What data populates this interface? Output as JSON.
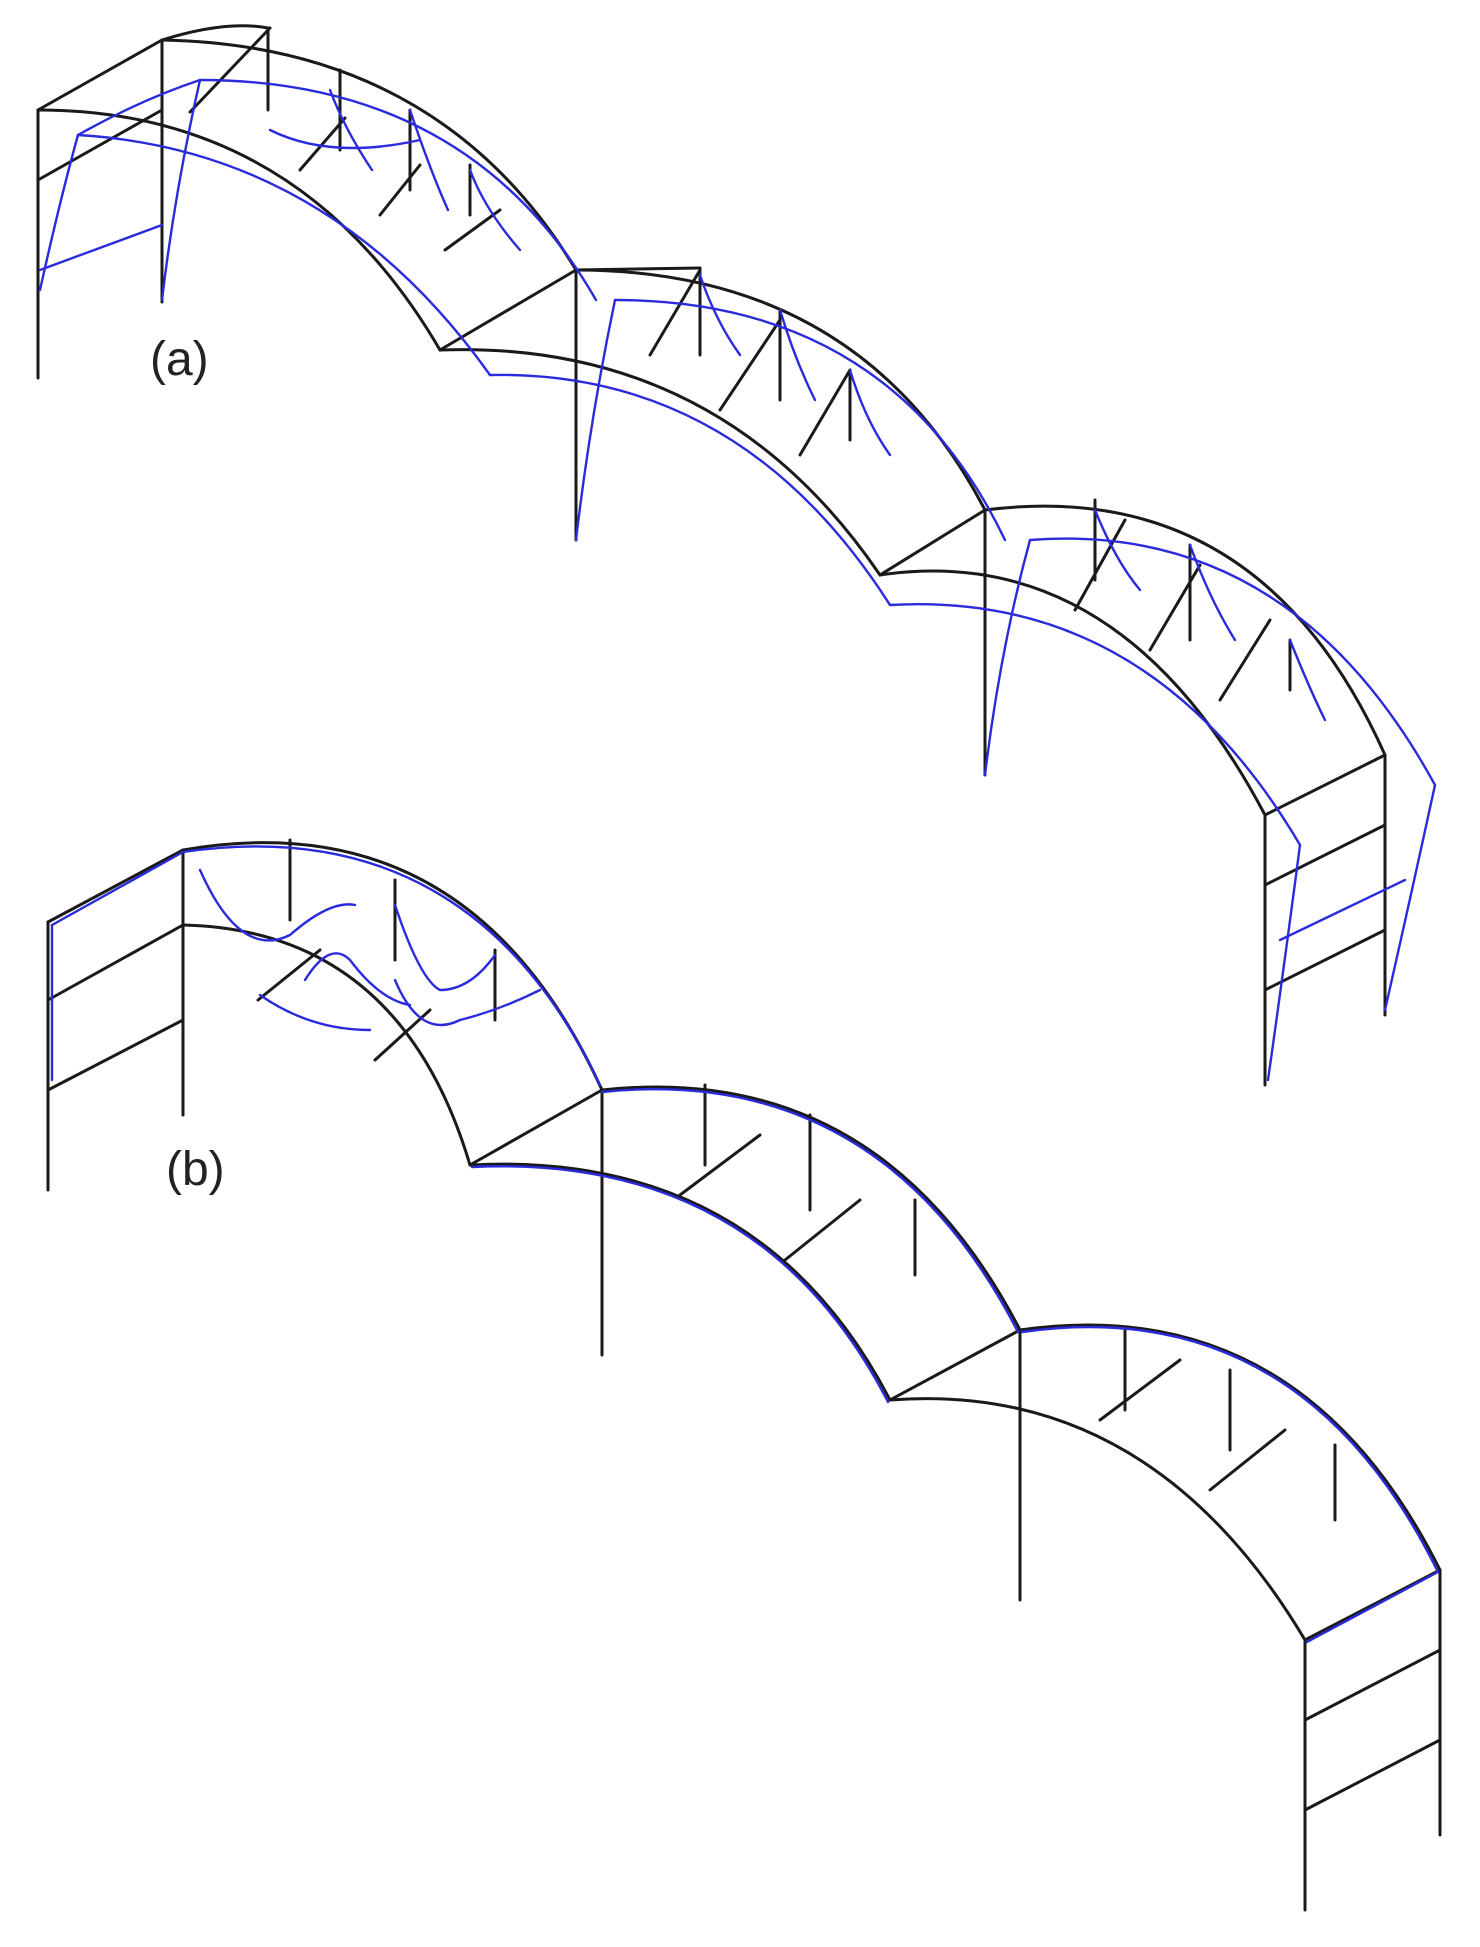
{
  "figure": {
    "panels": [
      {
        "id": "a",
        "label": "(a)"
      },
      {
        "id": "b",
        "label": "(b)"
      }
    ],
    "colors": {
      "undeformed": "#1a1a1a",
      "deformed": "#2b2bdd",
      "background": "#ffffff"
    }
  }
}
